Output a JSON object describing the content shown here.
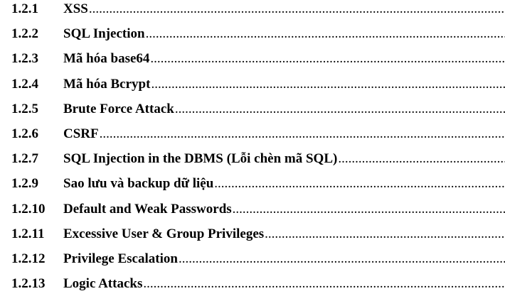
{
  "toc": {
    "entries": [
      {
        "number": "1.2.1",
        "title": "XSS"
      },
      {
        "number": "1.2.2",
        "title": "SQL Injection"
      },
      {
        "number": "1.2.3",
        "title": "Mã hóa base64"
      },
      {
        "number": "1.2.4",
        "title": "Mã hóa Bcrypt"
      },
      {
        "number": "1.2.5",
        "title": "Brute Force Attack"
      },
      {
        "number": "1.2.6",
        "title": "CSRF"
      },
      {
        "number": "1.2.7",
        "title": "SQL Injection in the DBMS (Lỗi chèn mã SQL)"
      },
      {
        "number": "1.2.9",
        "title": "Sao lưu và backup dữ liệu"
      },
      {
        "number": "1.2.10",
        "title": "Default and Weak Passwords"
      },
      {
        "number": "1.2.11",
        "title": "Excessive User & Group Privileges"
      },
      {
        "number": "1.2.12",
        "title": "Privilege Escalation"
      },
      {
        "number": "1.2.13",
        "title": "Logic Attacks"
      }
    ]
  }
}
